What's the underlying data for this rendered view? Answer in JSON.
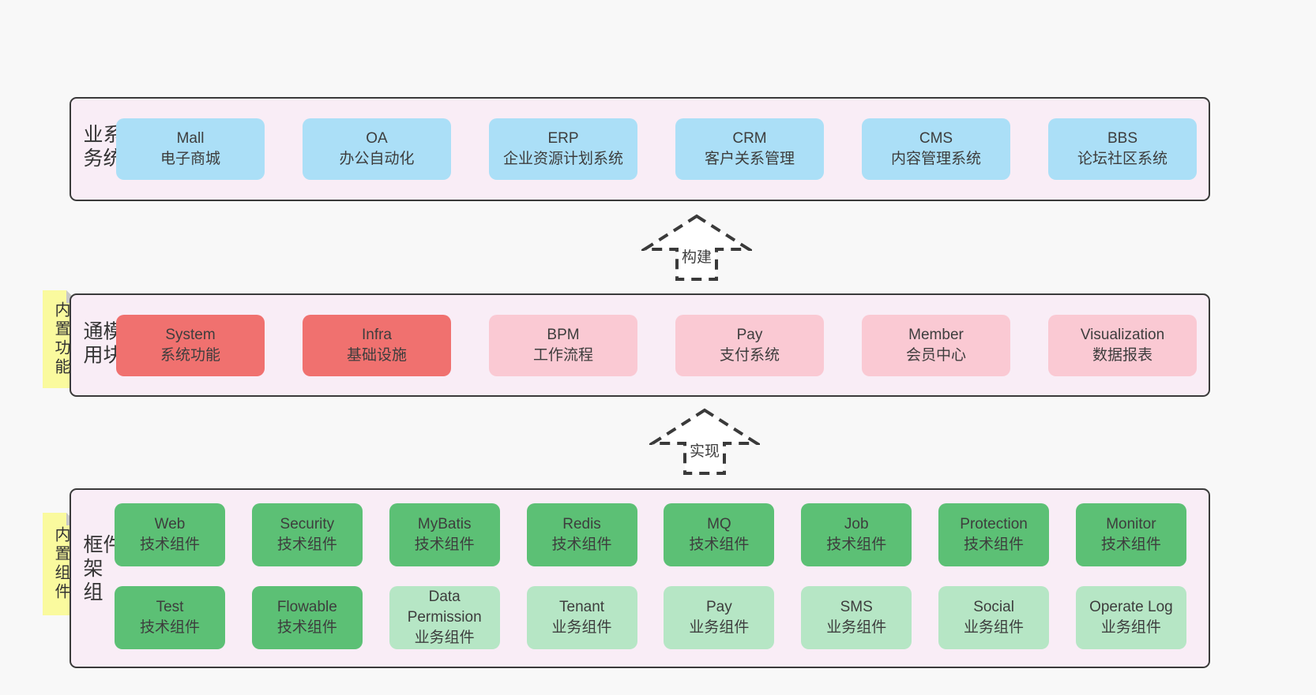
{
  "colors": {
    "page_bg": "#f8f8f8",
    "layer_bg": "#f9edf6",
    "layer_border": "#3a3a3a",
    "box_blue": "#abdff7",
    "box_red": "#f0716f",
    "box_pink": "#fac9d3",
    "box_green": "#5cc075",
    "box_light_green": "#b6e6c5",
    "note_yellow": "#fafa9e",
    "note_fold_gray": "#c8c8c8",
    "text": "#3d3d3d"
  },
  "layers": [
    {
      "label": "业务系统",
      "note": null,
      "rows": [
        [
          {
            "name": "Mall",
            "desc": "电子商城",
            "color": "blue"
          },
          {
            "name": "OA",
            "desc": "办公自动化",
            "color": "blue"
          },
          {
            "name": "ERP",
            "desc": "企业资源计划系统",
            "color": "blue"
          },
          {
            "name": "CRM",
            "desc": "客户关系管理",
            "color": "blue"
          },
          {
            "name": "CMS",
            "desc": "内容管理系统",
            "color": "blue"
          },
          {
            "name": "BBS",
            "desc": "论坛社区系统",
            "color": "blue"
          }
        ]
      ]
    },
    {
      "label": "通用模块",
      "note": "内置功能",
      "rows": [
        [
          {
            "name": "System",
            "desc": "系统功能",
            "color": "red"
          },
          {
            "name": "Infra",
            "desc": "基础设施",
            "color": "red"
          },
          {
            "name": "BPM",
            "desc": "工作流程",
            "color": "pink"
          },
          {
            "name": "Pay",
            "desc": "支付系统",
            "color": "pink"
          },
          {
            "name": "Member",
            "desc": "会员中心",
            "color": "pink"
          },
          {
            "name": "Visualization",
            "desc": "数据报表",
            "color": "pink"
          }
        ]
      ]
    },
    {
      "label": "框架组件",
      "note": "内置组件",
      "rows": [
        [
          {
            "name": "Web",
            "desc": "技术组件",
            "color": "green"
          },
          {
            "name": "Security",
            "desc": "技术组件",
            "color": "green"
          },
          {
            "name": "MyBatis",
            "desc": "技术组件",
            "color": "green"
          },
          {
            "name": "Redis",
            "desc": "技术组件",
            "color": "green"
          },
          {
            "name": "MQ",
            "desc": "技术组件",
            "color": "green"
          },
          {
            "name": "Job",
            "desc": "技术组件",
            "color": "green"
          },
          {
            "name": "Protection",
            "desc": "技术组件",
            "color": "green"
          },
          {
            "name": "Monitor",
            "desc": "技术组件",
            "color": "green"
          }
        ],
        [
          {
            "name": "Test",
            "desc": "技术组件",
            "color": "green"
          },
          {
            "name": "Flowable",
            "desc": "技术组件",
            "color": "green"
          },
          {
            "name": "Data Permission",
            "desc": "业务组件",
            "color": "light_green"
          },
          {
            "name": "Tenant",
            "desc": "业务组件",
            "color": "light_green"
          },
          {
            "name": "Pay",
            "desc": "业务组件",
            "color": "light_green"
          },
          {
            "name": "SMS",
            "desc": "业务组件",
            "color": "light_green"
          },
          {
            "name": "Social",
            "desc": "业务组件",
            "color": "light_green"
          },
          {
            "name": "Operate Log",
            "desc": "业务组件",
            "color": "light_green"
          }
        ]
      ]
    }
  ],
  "arrows": [
    {
      "label": "构建"
    },
    {
      "label": "实现"
    }
  ]
}
